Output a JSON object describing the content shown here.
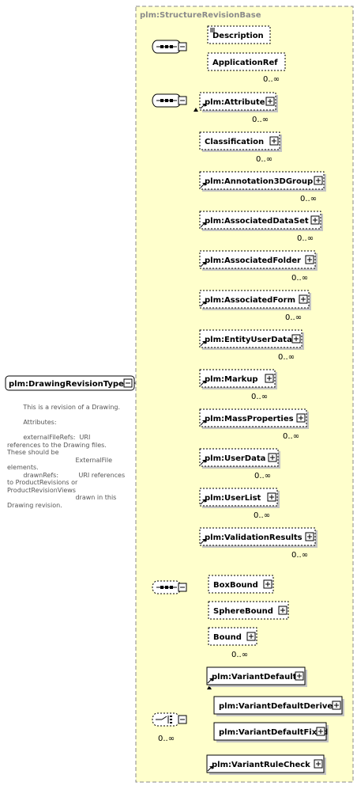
{
  "diagram": {
    "root": {
      "label": "plm:DrawingRevisionType"
    },
    "base_group": {
      "label": "plm:StructureRevisionBase"
    },
    "sequences": [
      {
        "elements": [
          {
            "label": "Description"
          },
          {
            "label": "ApplicationRef",
            "occurs": "0..∞"
          }
        ]
      },
      {
        "elements": [
          {
            "label": "plm:Attribute",
            "occurs": "0..∞"
          },
          {
            "label": "Classification",
            "occurs": "0..∞"
          },
          {
            "label": "plm:Annotation3DGroup",
            "occurs": "0..∞"
          },
          {
            "label": "plm:AssociatedDataSet",
            "occurs": "0..∞"
          },
          {
            "label": "plm:AssociatedFolder",
            "occurs": "0..∞"
          },
          {
            "label": "plm:AssociatedForm",
            "occurs": "0..∞"
          },
          {
            "label": "plm:EntityUserData",
            "occurs": "0..∞"
          },
          {
            "label": "plm:Markup",
            "occurs": "0..∞"
          },
          {
            "label": "plm:MassProperties",
            "occurs": "0..∞"
          },
          {
            "label": "plm:UserData",
            "occurs": "0..∞"
          },
          {
            "label": "plm:UserList",
            "occurs": "0..∞"
          },
          {
            "label": "plm:ValidationResults",
            "occurs": "0..∞"
          }
        ]
      },
      {
        "elements": [
          {
            "label": "BoxBound"
          },
          {
            "label": "SphereBound"
          },
          {
            "label": "Bound",
            "occurs": "0..∞"
          }
        ]
      }
    ],
    "choice": {
      "occurs": "0..∞",
      "elements": [
        {
          "label": "plm:VariantDefault"
        },
        {
          "label": "plm:VariantDefaultDerived"
        },
        {
          "label": "plm:VariantDefaultFixed"
        },
        {
          "label": "plm:VariantRuleCheck"
        }
      ]
    },
    "documentation": "        This is a revision of a Drawing.\n\n        Attributes:\n\n        externalFileRefs:  URI references to the Drawing files.  These should be\n                                  ExternalFile elements.\n        drawnRefs:          URI references to ProductRevisions or ProductRevisionViews\n                                  drawn in this Drawing revision."
  }
}
